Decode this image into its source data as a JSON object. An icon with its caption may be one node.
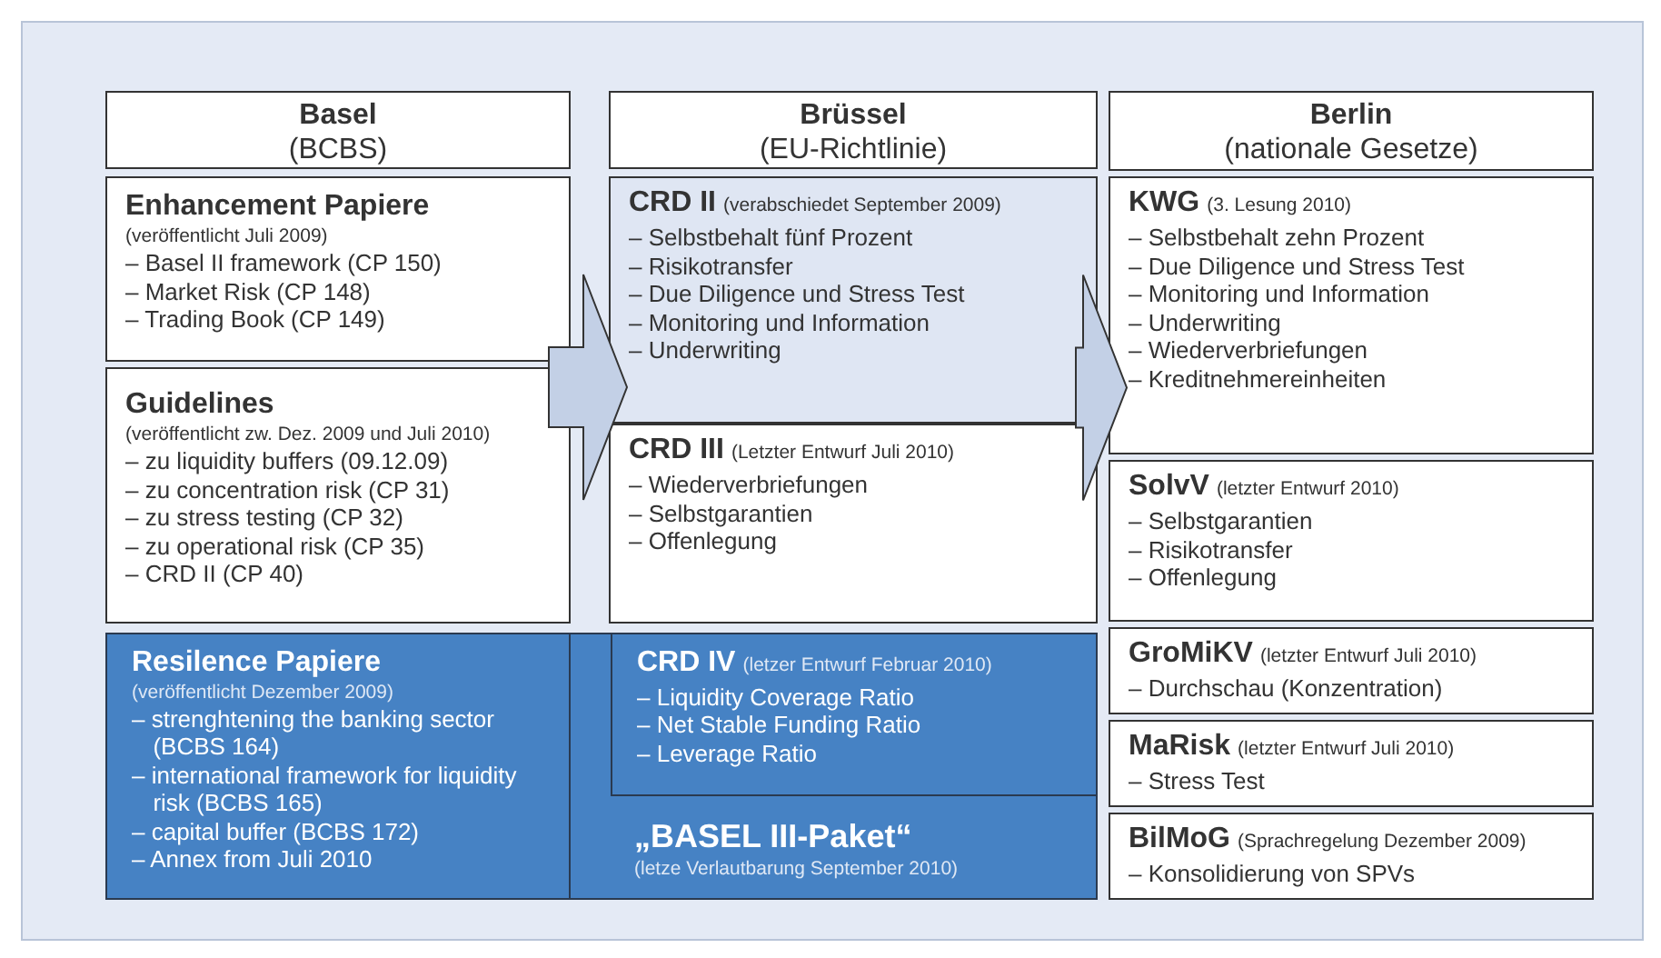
{
  "diagram": {
    "nodes": [
      {
        "text": [
          "Basel",
          "(BCBS)"
        ]
      },
      {
        "text": [
          "Enhancement Papiere",
          "(veröffentlicht Juli 2009)",
          "– Basel II framework (CP 150)",
          "– Market Risk (CP 148)",
          "– Trading Book (CP 149)"
        ]
      },
      {
        "text": [
          "Guidelines",
          "(veröffentlicht zw. Dez. 2009 und Juli 2010)",
          "– zu liquidity buffers (09.12.09)",
          "– zu concentration risk (CP 31)",
          "– zu stress testing (CP 32)",
          "– zu operational risk (CP 35)",
          "– CRD II (CP 40)"
        ]
      },
      {
        "text": [
          "Brüssel",
          "(EU-Richtlinie)"
        ]
      },
      {
        "text": [
          "CRD II",
          "(verabschiedet September 2009)",
          "– Selbstbehalt fünf Prozent",
          "– Risikotransfer",
          "– Due Diligence und Stress Test",
          "– Monitoring und Information",
          "– Underwriting"
        ]
      },
      {
        "text": [
          "CRD III",
          "(Letzter Entwurf Juli 2010)",
          "– Wiederverbriefungen",
          "– Selbstgarantien",
          "– Offenlegung"
        ]
      },
      {
        "text": [
          "„BASEL III-Paket“",
          "(letze Verlautbarung September 2010)"
        ]
      },
      {
        "text": [
          "Resilence Papiere",
          "(veröffentlicht Dezember 2009)",
          "– strenghtening the banking sector (BCBS 164)",
          "– international framework for liquidity risk (BCBS 165)",
          "– capital buffer (BCBS 172)",
          "– Annex from Juli 2010"
        ],
        "in": 6
      },
      {
        "text": [
          "CRD IV",
          "(letzer Entwurf Februar 2010)",
          "– Liquidity Coverage Ratio",
          "– Net Stable Funding Ratio",
          "– Leverage Ratio"
        ],
        "in": 6
      },
      {
        "text": [
          "Berlin",
          "(nationale Gesetze)"
        ]
      },
      {
        "text": [
          "KWG",
          "(3. Lesung 2010)",
          "– Selbstbehalt zehn Prozent",
          "– Due Diligence und Stress Test",
          "– Monitoring und Information",
          "– Underwriting",
          "– Wiederverbriefungen",
          "– Kreditnehmereinheiten"
        ]
      },
      {
        "text": [
          "SolvV",
          "(letzter Entwurf 2010)",
          "– Selbstgarantien",
          "– Risikotransfer",
          "– Offenlegung"
        ]
      },
      {
        "text": [
          "GroMiKV",
          "(letzter Entwurf Juli 2010)",
          "– Durchschau (Konzentration)"
        ]
      },
      {
        "text": [
          "MaRisk",
          "(letzter Entwurf Juli 2010)",
          "– Stress Test"
        ]
      },
      {
        "text": [
          "BilMoG",
          "(Sprachregelung Dezember 2009)",
          "– Konsolidierung von SPVs"
        ]
      }
    ],
    "edges": [
      {
        "from": 1,
        "to": 4,
        "arrow": "to",
        "style": "thick"
      },
      {
        "from": 4,
        "to": 10,
        "arrow": "to",
        "style": "thick"
      }
    ]
  }
}
